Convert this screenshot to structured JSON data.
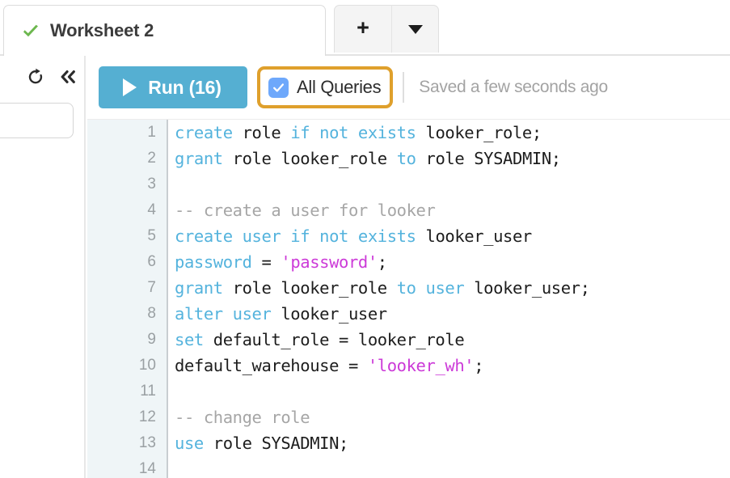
{
  "tabbar": {
    "active_tab": {
      "title": "Worksheet 2",
      "status_icon": "green-check-icon"
    },
    "new_tab_label": "+",
    "dropdown_icon": "caret-down-icon"
  },
  "left_rail": {
    "refresh_icon": "refresh-icon",
    "collapse_icon": "double-chevron-left-icon",
    "search_value": "",
    "search_placeholder": ""
  },
  "toolbar": {
    "run_label": "Run (16)",
    "play_icon": "play-triangle-icon",
    "all_queries_label": "All Queries",
    "all_queries_checked": true,
    "check_icon": "checkmark-icon",
    "saved_status": "Saved a few seconds ago",
    "accent_blue": "#55afd2",
    "focus_orange": "#dfa02c",
    "checkbox_blue": "#6ea8fb"
  },
  "editor": {
    "line_numbers": [
      "1",
      "2",
      "3",
      "4",
      "5",
      "6",
      "7",
      "8",
      "9",
      "10",
      "11",
      "12",
      "13"
    ],
    "lines": [
      [
        {
          "t": "create",
          "c": "k"
        },
        {
          "t": " role ",
          "c": "p"
        },
        {
          "t": "if not exists",
          "c": "k"
        },
        {
          "t": " looker_role;",
          "c": "p"
        }
      ],
      [
        {
          "t": "grant",
          "c": "k"
        },
        {
          "t": " role looker_role ",
          "c": "p"
        },
        {
          "t": "to",
          "c": "k"
        },
        {
          "t": " role SYSADMIN;",
          "c": "p"
        }
      ],
      [],
      [
        {
          "t": "-- create a user for looker",
          "c": "c"
        }
      ],
      [
        {
          "t": "create user if not exists",
          "c": "k"
        },
        {
          "t": " looker_user",
          "c": "p"
        }
      ],
      [
        {
          "t": "password",
          "c": "k"
        },
        {
          "t": " = ",
          "c": "p"
        },
        {
          "t": "'password'",
          "c": "s"
        },
        {
          "t": ";",
          "c": "p"
        }
      ],
      [
        {
          "t": "grant",
          "c": "k"
        },
        {
          "t": " role looker_role ",
          "c": "p"
        },
        {
          "t": "to user",
          "c": "k"
        },
        {
          "t": " looker_user;",
          "c": "p"
        }
      ],
      [
        {
          "t": "alter user",
          "c": "k"
        },
        {
          "t": " looker_user",
          "c": "p"
        }
      ],
      [
        {
          "t": "set",
          "c": "k"
        },
        {
          "t": " default_role = looker_role",
          "c": "p"
        }
      ],
      [
        {
          "t": "default_warehouse = ",
          "c": "p"
        },
        {
          "t": "'looker_wh'",
          "c": "s"
        },
        {
          "t": ";",
          "c": "p"
        }
      ],
      [],
      [
        {
          "t": "-- change role",
          "c": "c"
        }
      ],
      [
        {
          "t": "use",
          "c": "k"
        },
        {
          "t": " role SYSADMIN;",
          "c": "p"
        }
      ]
    ],
    "syntax_colors": {
      "keyword": "#54b3dd",
      "string": "#cc3ad8",
      "comment": "#a6a6a6",
      "plain": "#1d1d1d",
      "gutter_bg": "#eff5f7",
      "gutter_fg": "#9aa0a3"
    }
  }
}
